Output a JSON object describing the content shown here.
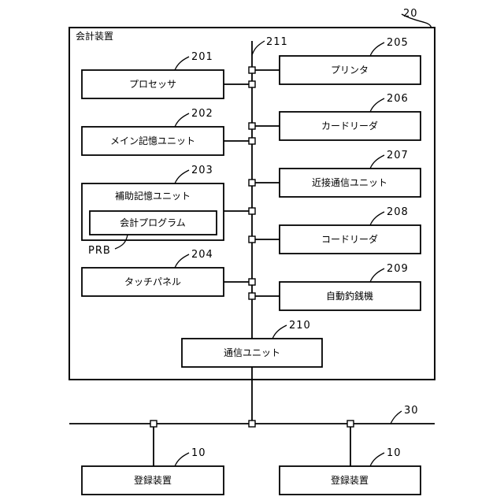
{
  "device": {
    "title": "会計装置",
    "ref": "20"
  },
  "bus": {
    "ref": "211"
  },
  "network": {
    "ref": "30"
  },
  "components": {
    "processor": {
      "label": "プロセッサ",
      "ref": "201"
    },
    "main_memory": {
      "label": "メイン記憶ユニット",
      "ref": "202"
    },
    "aux_storage": {
      "label": "補助記憶ユニット",
      "ref": "203"
    },
    "accounting_program": {
      "label": "会計プログラム",
      "ref": "PRB"
    },
    "touch_panel": {
      "label": "タッチパネル",
      "ref": "204"
    },
    "printer": {
      "label": "プリンタ",
      "ref": "205"
    },
    "card_reader": {
      "label": "カードリーダ",
      "ref": "206"
    },
    "nfc_unit": {
      "label": "近接通信ユニット",
      "ref": "207"
    },
    "code_reader": {
      "label": "コードリーダ",
      "ref": "208"
    },
    "auto_changer": {
      "label": "自動釣銭機",
      "ref": "209"
    },
    "comm_unit": {
      "label": "通信ユニット",
      "ref": "210"
    }
  },
  "registers": [
    {
      "label": "登録装置",
      "ref": "10"
    },
    {
      "label": "登録装置",
      "ref": "10"
    }
  ]
}
